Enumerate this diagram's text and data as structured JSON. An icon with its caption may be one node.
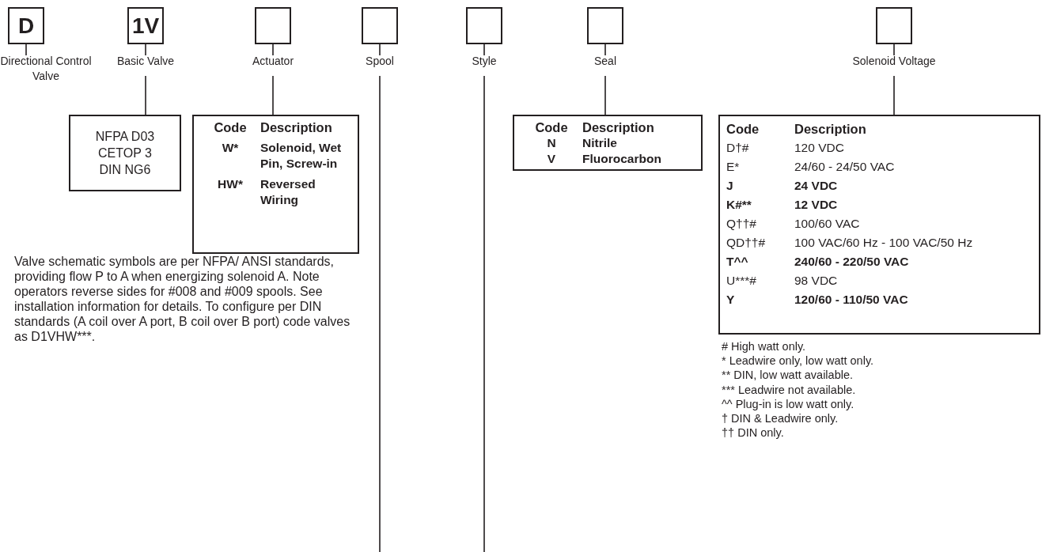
{
  "diagram": {
    "nodes": [
      {
        "text": [
          "D"
        ],
        "beside": [
          "Directional Control Valve"
        ]
      },
      {
        "text": [
          "1V"
        ],
        "beside": [
          "Basic Valve"
        ]
      },
      {
        "text": [],
        "shape": "box",
        "beside": [
          "Actuator"
        ]
      },
      {
        "text": [],
        "shape": "box",
        "beside": [
          "Spool"
        ]
      },
      {
        "text": [],
        "shape": "box",
        "beside": [
          "Style"
        ]
      },
      {
        "text": [],
        "shape": "box",
        "beside": [
          "Seal"
        ]
      },
      {
        "text": [],
        "shape": "box",
        "beside": [
          "Solenoid Voltage"
        ]
      },
      {
        "text": [
          "NFPA D03",
          "CETOP 3",
          "DIN NG6"
        ]
      },
      {
        "text": [
          "Code",
          "Description",
          "W*",
          "Solenoid, Wet Pin, Screw-in",
          "HW*",
          "Reversed Wiring"
        ]
      },
      {
        "text": [
          "Code",
          "Description",
          "N",
          "Nitrile",
          "V",
          "Fluorocarbon"
        ]
      },
      {
        "text": [
          "Code",
          "Description",
          "D†#",
          "120 VDC",
          "E*",
          "24/60 - 24/50 VAC",
          "J",
          "24 VDC",
          "K#**",
          "12 VDC",
          "Q††#",
          "100/60 VAC",
          "QD††#",
          "100 VAC/60 Hz - 100 VAC/50 Hz",
          "T^^",
          "240/60 - 220/50 VAC",
          "U***#",
          "98 VDC",
          "Y",
          "120/60 - 110/50 VAC"
        ]
      }
    ],
    "edges": [
      {
        "from": 1,
        "to": 7,
        "arrow": "none"
      },
      {
        "from": 2,
        "to": 8,
        "arrow": "none"
      },
      {
        "from": 3,
        "to": null,
        "arrow": "none"
      },
      {
        "from": 4,
        "to": null,
        "arrow": "none"
      },
      {
        "from": 5,
        "to": 9,
        "arrow": "none"
      },
      {
        "from": 6,
        "to": 10,
        "arrow": "none"
      }
    ],
    "labels": [
      "Valve schematic symbols are per NFPA/ ANSI standards, providing flow P to A when energizing solenoid A. Note operators reverse sides for #008 and #009 spools. See installation information for details. To configure per DIN standards (A coil over A port, B coil over B port) code valves as D1VHW***.",
      "# High watt only.",
      "* Leadwire only, low watt only.",
      "** DIN, low watt available.",
      "*** Leadwire not available.",
      "^^ Plug-in is low watt only.",
      "† DIN & Leadwire only.",
      "†† DIN only."
    ]
  }
}
